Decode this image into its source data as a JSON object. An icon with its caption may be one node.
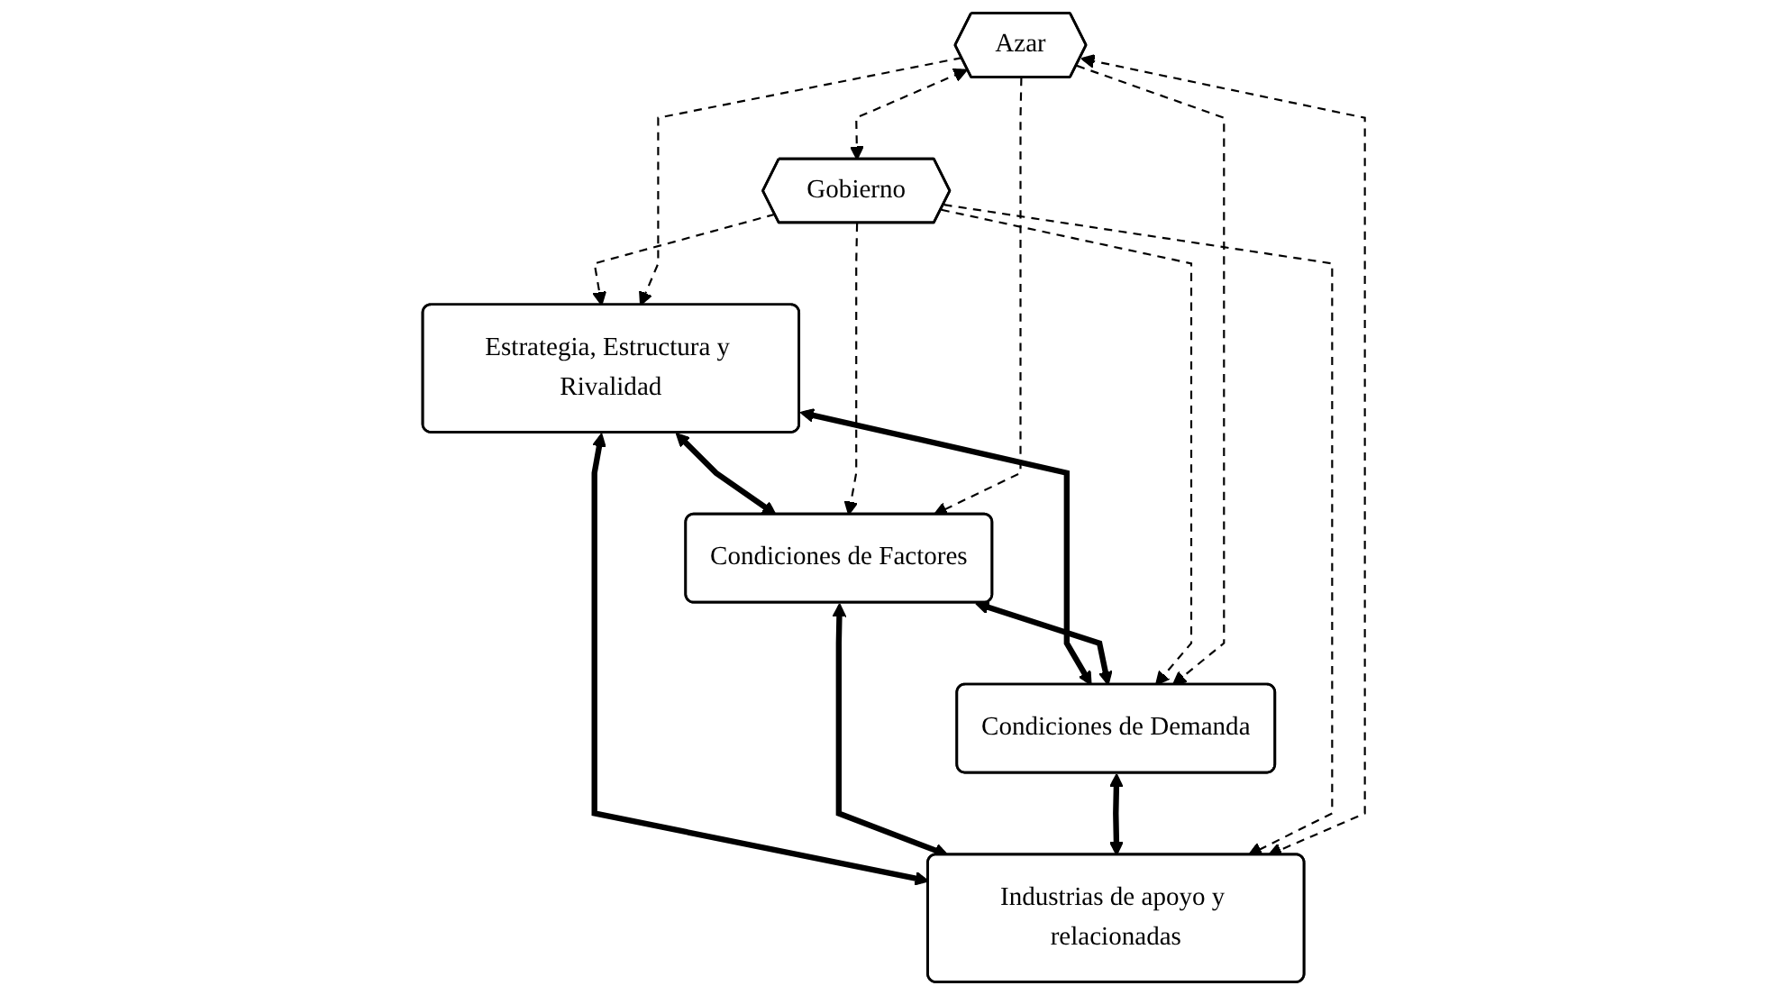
{
  "diagram": {
    "nodes": [
      {
        "text": [
          "Gobierno"
        ]
      },
      {
        "text": [
          "Estrategia, Estructura y Rivalidad"
        ]
      },
      {
        "text": [
          "Condiciones de Factores"
        ]
      },
      {
        "text": [
          "Condiciones de Demanda"
        ]
      },
      {
        "text": [
          "Industrias de apoyo y relacionadas"
        ]
      },
      {
        "text": [
          "Azar"
        ]
      }
    ],
    "edges": [
      {
        "from": 1,
        "to": 2,
        "arrow": "both",
        "style": "thick"
      },
      {
        "from": 1,
        "to": 3,
        "arrow": "both",
        "style": "thick"
      },
      {
        "from": 1,
        "to": 4,
        "arrow": "both",
        "style": "thick"
      },
      {
        "from": 2,
        "to": 3,
        "arrow": "both",
        "style": "thick"
      },
      {
        "from": 2,
        "to": 4,
        "arrow": "both",
        "style": "thick"
      },
      {
        "from": 3,
        "to": 4,
        "arrow": "both",
        "style": "thick"
      },
      {
        "from": 0,
        "to": 1,
        "arrow": "to",
        "style": "dashed"
      },
      {
        "from": 0,
        "to": 2,
        "arrow": "to",
        "style": "dashed"
      },
      {
        "from": 0,
        "to": 3,
        "arrow": "to",
        "style": "dashed"
      },
      {
        "from": 0,
        "to": 4,
        "arrow": "to",
        "style": "dashed"
      },
      {
        "from": 5,
        "to": 0,
        "arrow": "both",
        "style": "dashed"
      },
      {
        "from": 5,
        "to": 1,
        "arrow": "to",
        "style": "dashed"
      },
      {
        "from": 5,
        "to": 2,
        "arrow": "to",
        "style": "dashed"
      },
      {
        "from": 5,
        "to": 3,
        "arrow": "to",
        "style": "dashed"
      },
      {
        "from": 5,
        "to": 4,
        "arrow": "both",
        "style": "dashed"
      }
    ]
  }
}
